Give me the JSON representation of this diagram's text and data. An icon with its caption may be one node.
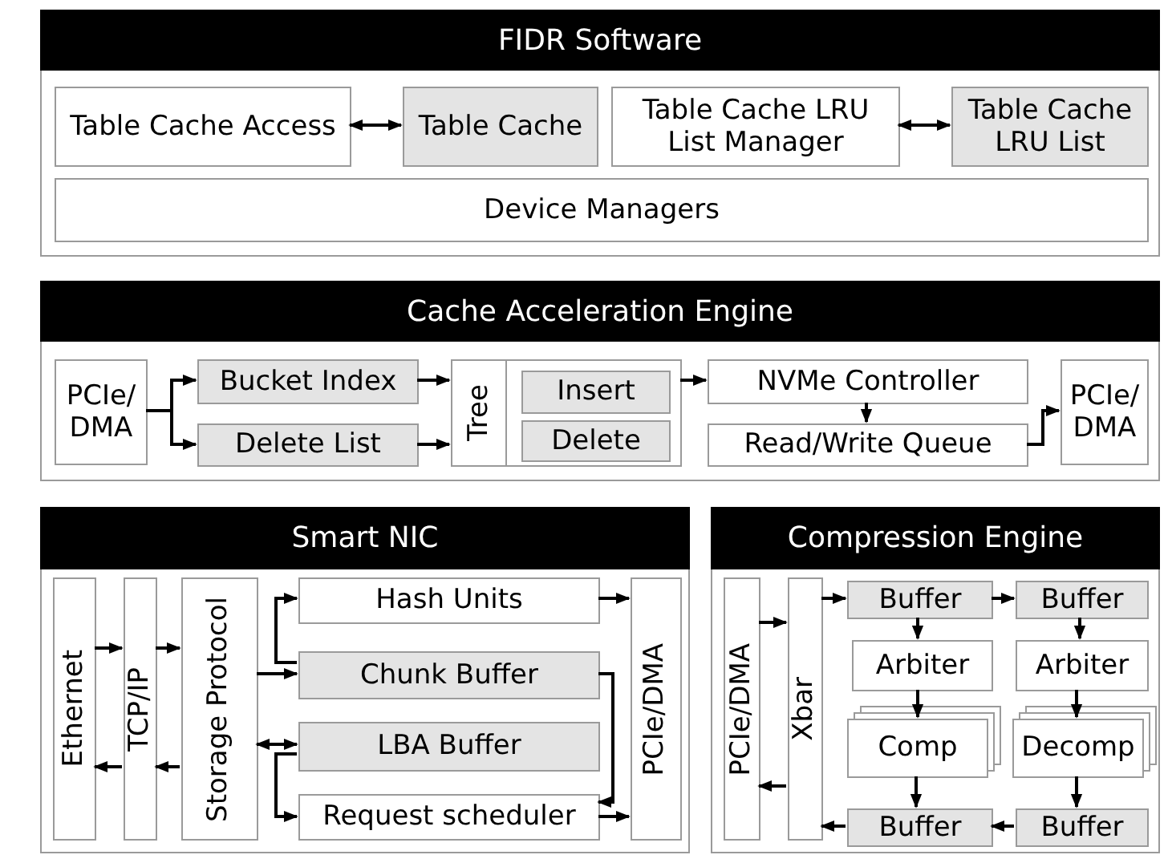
{
  "diagram": {
    "nodes": [
      {
        "text": [
          "FIDR Software"
        ]
      },
      {
        "text": [
          "Table Cache Access"
        ],
        "in": 0
      },
      {
        "text": [
          "Table Cache"
        ],
        "in": 0
      },
      {
        "text": [
          "Table Cache LRU List Manager"
        ],
        "in": 0
      },
      {
        "text": [
          "Table Cache LRU List"
        ],
        "in": 0
      },
      {
        "text": [
          "Device Managers"
        ],
        "in": 0
      },
      {
        "text": [
          "Cache Acceleration Engine"
        ]
      },
      {
        "text": [
          "PCIe/ DMA"
        ],
        "in": 6
      },
      {
        "text": [
          "Bucket Index"
        ],
        "in": 6
      },
      {
        "text": [
          "Delete List"
        ],
        "in": 6
      },
      {
        "text": [
          "Tree"
        ],
        "in": 6
      },
      {
        "text": [
          "Insert"
        ],
        "in": 10
      },
      {
        "text": [
          "Delete"
        ],
        "in": 10
      },
      {
        "text": [
          "NVMe Controller"
        ],
        "in": 6
      },
      {
        "text": [
          "Read/Write Queue"
        ],
        "in": 6
      },
      {
        "text": [
          "PCIe/ DMA"
        ],
        "in": 6
      },
      {
        "text": [
          "Smart NIC"
        ]
      },
      {
        "text": [
          "Ethernet"
        ],
        "in": 16
      },
      {
        "text": [
          "TCP/IP"
        ],
        "in": 16
      },
      {
        "text": [
          "Storage Protocol"
        ],
        "in": 16
      },
      {
        "text": [
          "Hash Units"
        ],
        "in": 16
      },
      {
        "text": [
          "Chunk Buffer"
        ],
        "in": 16
      },
      {
        "text": [
          "LBA Buffer"
        ],
        "in": 16
      },
      {
        "text": [
          "Request scheduler"
        ],
        "in": 16
      },
      {
        "text": [
          "PCIe/DMA"
        ],
        "in": 16
      },
      {
        "text": [
          "Compression Engine"
        ]
      },
      {
        "text": [
          "PCIe/DMA"
        ],
        "in": 25
      },
      {
        "text": [
          "Xbar"
        ],
        "in": 25
      },
      {
        "text": [
          "Buffer"
        ],
        "in": 25
      },
      {
        "text": [
          "Buffer"
        ],
        "in": 25
      },
      {
        "text": [
          "Arbiter"
        ],
        "in": 25
      },
      {
        "text": [
          "Arbiter"
        ],
        "in": 25
      },
      {
        "text": [
          "Comp"
        ],
        "in": 25
      },
      {
        "text": [
          "Decomp"
        ],
        "in": 25
      },
      {
        "text": [
          "Buffer"
        ],
        "in": 25
      },
      {
        "text": [
          "Buffer"
        ],
        "in": 25
      }
    ],
    "edges": [
      {
        "from": 1,
        "to": 2,
        "arrow": "both"
      },
      {
        "from": 3,
        "to": 4,
        "arrow": "both"
      },
      {
        "from": 7,
        "to": 8,
        "arrow": "to"
      },
      {
        "from": 7,
        "to": 9,
        "arrow": "to"
      },
      {
        "from": 8,
        "to": 10,
        "arrow": "to"
      },
      {
        "from": 9,
        "to": 10,
        "arrow": "to"
      },
      {
        "from": 10,
        "to": 13,
        "arrow": "to"
      },
      {
        "from": 13,
        "to": 14,
        "arrow": "to"
      },
      {
        "from": 14,
        "to": 15,
        "arrow": "to"
      },
      {
        "from": 17,
        "to": 18,
        "arrow": "to"
      },
      {
        "from": 18,
        "to": 19,
        "arrow": "to"
      },
      {
        "from": 19,
        "to": 18,
        "arrow": "to"
      },
      {
        "from": 18,
        "to": 17,
        "arrow": "to"
      },
      {
        "from": 19,
        "to": 21,
        "arrow": "to"
      },
      {
        "from": 21,
        "to": 20,
        "arrow": "to"
      },
      {
        "from": 20,
        "to": 24,
        "arrow": "to"
      },
      {
        "from": 21,
        "to": 23,
        "arrow": "to"
      },
      {
        "from": 19,
        "to": 22,
        "arrow": "both"
      },
      {
        "from": 22,
        "to": 23,
        "arrow": "to"
      },
      {
        "from": 23,
        "to": 24,
        "arrow": "to"
      },
      {
        "from": 26,
        "to": 27,
        "arrow": "to"
      },
      {
        "from": 27,
        "to": 26,
        "arrow": "to"
      },
      {
        "from": 27,
        "to": 28,
        "arrow": "to"
      },
      {
        "from": 28,
        "to": 29,
        "arrow": "to"
      },
      {
        "from": 28,
        "to": 30,
        "arrow": "to"
      },
      {
        "from": 29,
        "to": 31,
        "arrow": "to"
      },
      {
        "from": 30,
        "to": 32,
        "arrow": "to"
      },
      {
        "from": 31,
        "to": 33,
        "arrow": "to"
      },
      {
        "from": 32,
        "to": 34,
        "arrow": "to"
      },
      {
        "from": 33,
        "to": 35,
        "arrow": "to"
      },
      {
        "from": 35,
        "to": 34,
        "arrow": "to"
      },
      {
        "from": 34,
        "to": 27,
        "arrow": "to"
      }
    ]
  }
}
